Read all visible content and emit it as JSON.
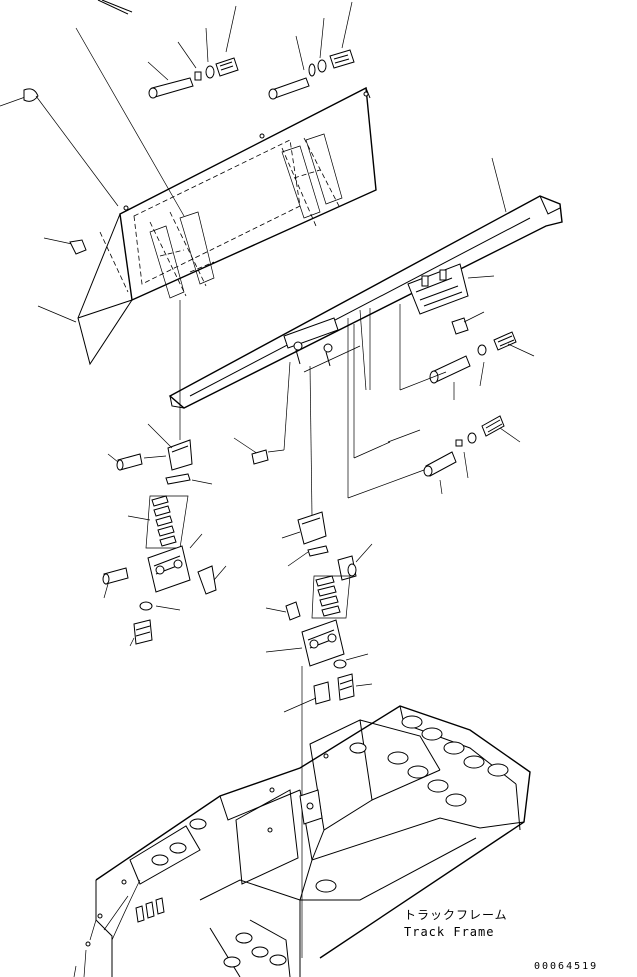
{
  "labels": {
    "track_frame_jp": "トラックフレーム",
    "track_frame_en": "Track Frame",
    "drawing_number": "00064519"
  }
}
